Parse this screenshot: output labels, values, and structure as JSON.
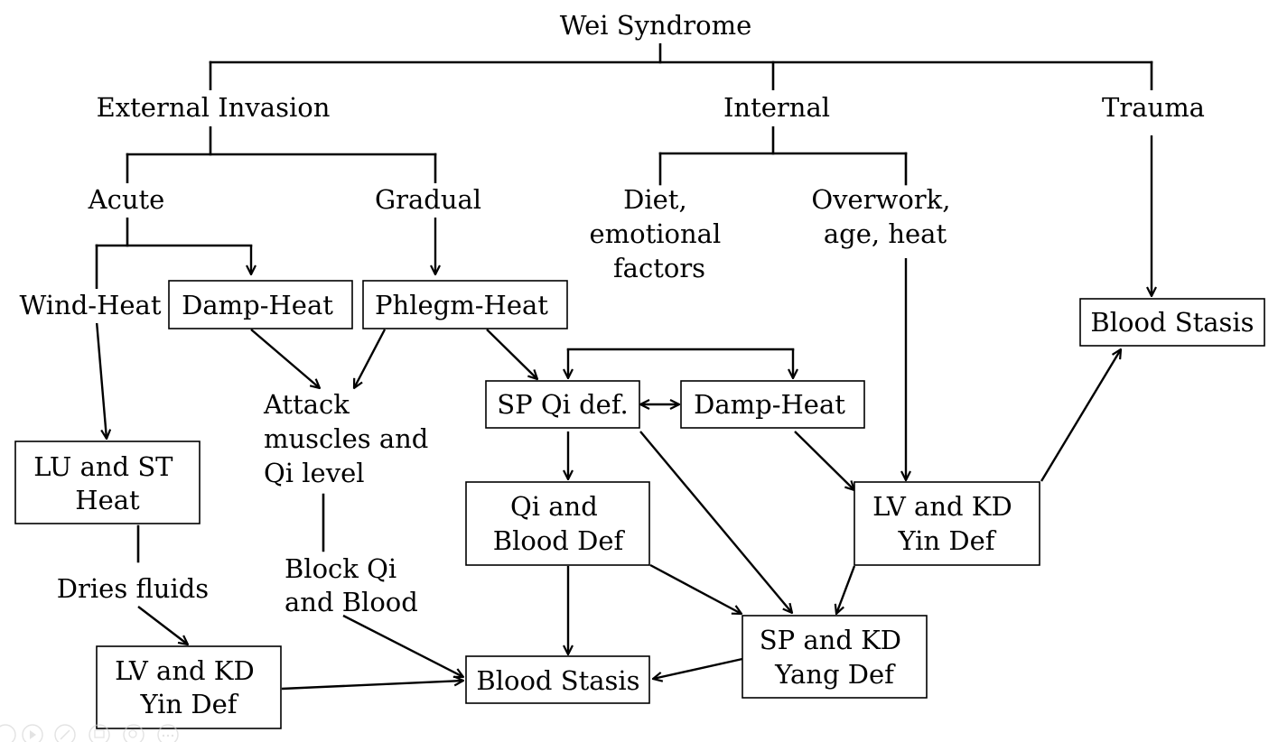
{
  "title": "Wei Syndrome",
  "causes": {
    "external": "External Invasion",
    "internal": "Internal",
    "trauma": "Trauma"
  },
  "external": {
    "acute": "Acute",
    "gradual": "Gradual",
    "wind_heat": "Wind-Heat",
    "damp_heat": "Damp-Heat",
    "phlegm_heat": "Phlegm-Heat",
    "attack": [
      "Attack",
      "muscles and",
      "Qi level"
    ],
    "block": [
      "Block Qi",
      "and Blood"
    ],
    "lu_st_heat": [
      "LU and ST",
      "Heat"
    ],
    "dries_fluids": "Dries fluids",
    "lv_kd_yin_def": [
      "LV and KD",
      "Yin Def"
    ]
  },
  "internal": {
    "diet": [
      "Diet,",
      "emotional",
      "factors"
    ],
    "overwork": [
      "Overwork,",
      "age, heat"
    ],
    "sp_qi_def": "SP Qi def.",
    "damp_heat": "Damp-Heat",
    "qi_blood_def": [
      "Qi and",
      "Blood Def"
    ],
    "lv_kd_yin_def": [
      "LV and KD",
      "Yin Def"
    ],
    "sp_kd_yang_def": [
      "SP and KD",
      "Yang Def"
    ],
    "blood_stasis": "Blood Stasis"
  },
  "trauma": {
    "blood_stasis": "Blood Stasis"
  },
  "toolbar_icons": [
    "back-icon",
    "play-icon",
    "pen-icon",
    "slides-icon",
    "zoom-icon",
    "more-icon"
  ]
}
